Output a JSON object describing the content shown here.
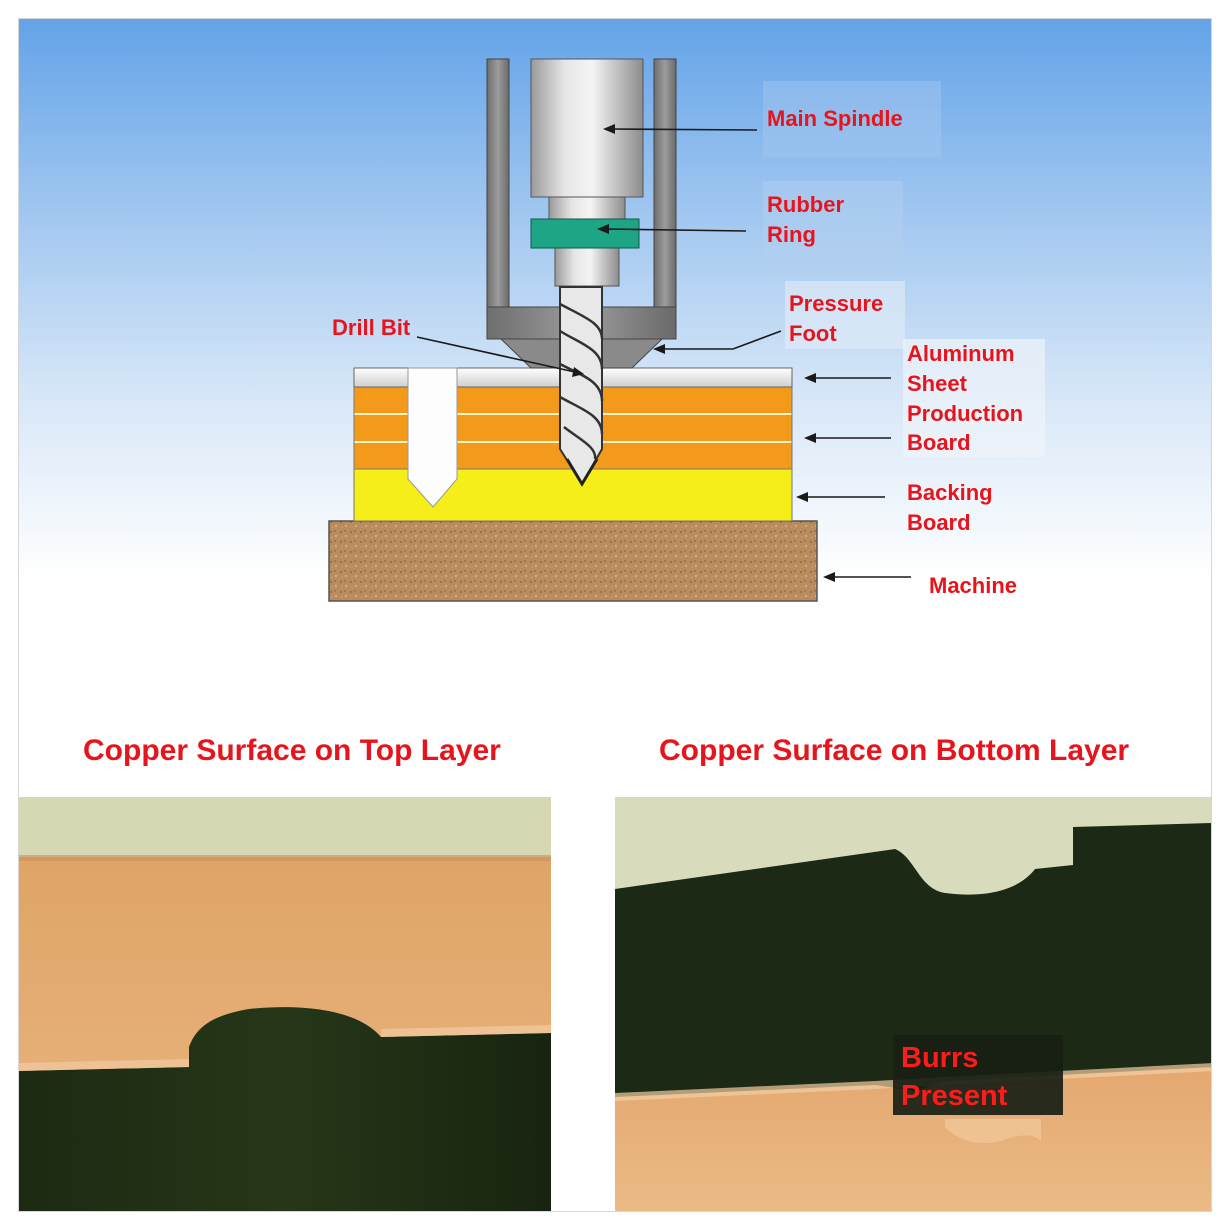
{
  "diagram": {
    "labels": {
      "main_spindle": "Main Spindle",
      "rubber_ring_1": "Rubber",
      "rubber_ring_2": "Ring",
      "pressure_foot_1": "Pressure",
      "pressure_foot_2": "Foot",
      "drill_bit": "Drill Bit",
      "aluminum_1": "Aluminum",
      "aluminum_2": "Sheet",
      "production_1": "Production",
      "production_2": "Board",
      "backing_1": "Backing",
      "backing_2": "Board",
      "machine": "Machine"
    },
    "colors": {
      "label_text": "#e8141c",
      "copper_layer": "#f39a1a",
      "backing_board": "#f5ee18",
      "rubber_ring": "#1ea585",
      "machine_bed": "#b98c5e"
    }
  },
  "photos": {
    "top": {
      "heading": "Copper Surface on Top Layer"
    },
    "bottom": {
      "heading": "Copper Surface on Bottom Layer",
      "callout_line1": "Burrs",
      "callout_line2": "Present"
    }
  }
}
